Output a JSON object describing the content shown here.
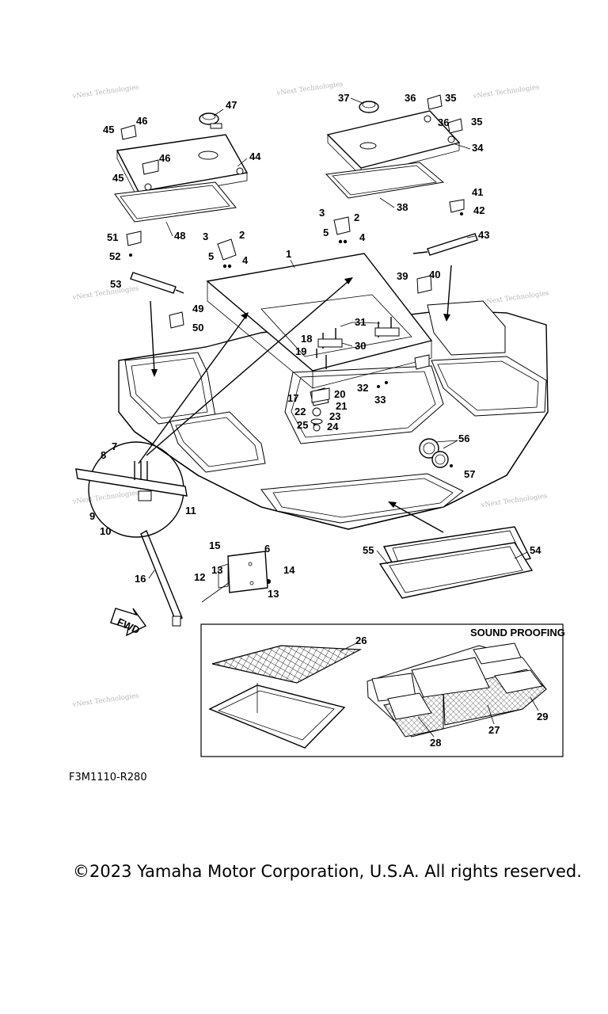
{
  "diagram_code": "F3M1110-R280",
  "copyright": "©2023 Yamaha Motor Corporation, U.S.A. All rights reserved.",
  "inset_title": "SOUND PROOFING",
  "direction_label": "FWD",
  "watermark_text": "vNext Technologies",
  "callouts": {
    "c1": "1",
    "c2": "2",
    "c2b": "2",
    "c3": "3",
    "c3b": "3",
    "c4": "4",
    "c4b": "4",
    "c5": "5",
    "c5b": "5",
    "c6": "6",
    "c7": "7",
    "c8": "8",
    "c9": "9",
    "c10": "10",
    "c11": "11",
    "c12": "12",
    "c13": "13",
    "c13b": "13",
    "c14": "14",
    "c15": "15",
    "c16": "16",
    "c17": "17",
    "c18": "18",
    "c19": "19",
    "c20": "20",
    "c21": "21",
    "c22": "22",
    "c23": "23",
    "c24": "24",
    "c25": "25",
    "c26": "26",
    "c27": "27",
    "c28": "28",
    "c29": "29",
    "c30": "30",
    "c31": "31",
    "c32": "32",
    "c33": "33",
    "c34": "34",
    "c35": "35",
    "c35b": "35",
    "c36": "36",
    "c36b": "36",
    "c37": "37",
    "c38": "38",
    "c39": "39",
    "c40": "40",
    "c41": "41",
    "c42": "42",
    "c43": "43",
    "c44": "44",
    "c45": "45",
    "c45b": "45",
    "c46": "46",
    "c46b": "46",
    "c47": "47",
    "c48": "48",
    "c49": "49",
    "c50": "50",
    "c51": "51",
    "c52": "52",
    "c53": "53",
    "c54": "54",
    "c55": "55",
    "c56": "56",
    "c57": "57"
  }
}
